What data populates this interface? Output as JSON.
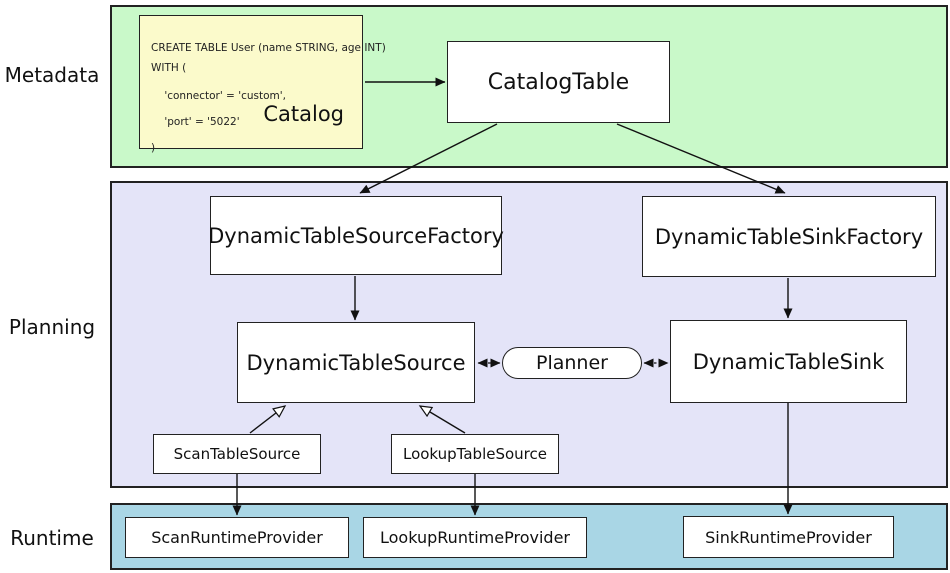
{
  "colors": {
    "metadata_band": "#c9f9c9",
    "planning_band": "#e4e4f8",
    "runtime_band": "#a9d6e5",
    "note_fill": "#fbfacb",
    "box_fill": "#ffffff"
  },
  "left_labels": {
    "metadata": "Metadata",
    "planning": "Planning",
    "runtime": "Runtime"
  },
  "catalog_note": {
    "code_lines": [
      "CREATE TABLE User (name STRING, age INT)",
      "WITH (",
      "    'connector' = 'custom',",
      "    'port' = '5022'",
      ")"
    ],
    "label": "Catalog"
  },
  "nodes": {
    "catalog_table": "CatalogTable",
    "dynamic_table_source_factory": "DynamicTableSourceFactory",
    "dynamic_table_sink_factory": "DynamicTableSinkFactory",
    "dynamic_table_source": "DynamicTableSource",
    "planner": "Planner",
    "dynamic_table_sink": "DynamicTableSink",
    "scan_table_source": "ScanTableSource",
    "lookup_table_source": "LookupTableSource",
    "scan_runtime_provider": "ScanRuntimeProvider",
    "lookup_runtime_provider": "LookupRuntimeProvider",
    "sink_runtime_provider": "SinkRuntimeProvider"
  }
}
